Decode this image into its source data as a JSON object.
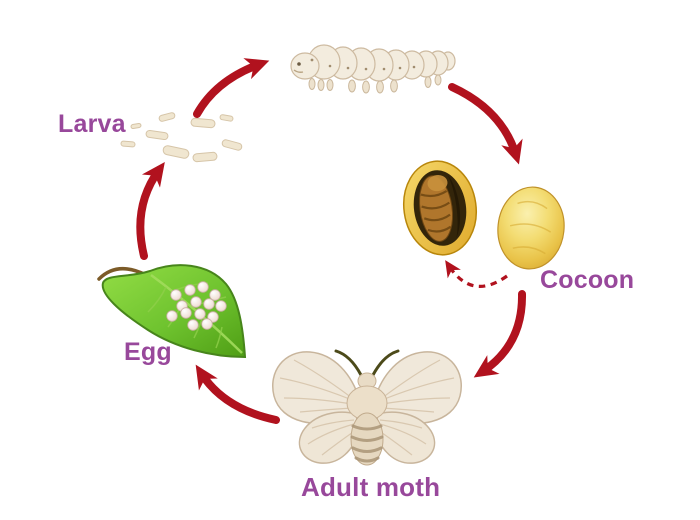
{
  "diagram": {
    "kind": "life-cycle",
    "labels": {
      "larva": "Larva",
      "cocoon": "Cocoon",
      "egg": "Egg",
      "adult_moth": "Adult moth"
    },
    "stages": [
      {
        "name": "egg",
        "label": "Egg",
        "icon": "leaf-with-egg-cluster-illustration"
      },
      {
        "name": "larva",
        "label": "Larva",
        "icon": "young-larvae-illustration"
      },
      {
        "name": "mature-larva",
        "icon": "silkworm-caterpillar-illustration"
      },
      {
        "name": "cocoon",
        "label": "Cocoon",
        "icon": "golden-cocoon-illustration"
      },
      {
        "name": "pupa",
        "icon": "open-cocoon-with-pupa-illustration"
      },
      {
        "name": "adult-moth",
        "label": "Adult moth",
        "icon": "silk-moth-illustration"
      }
    ],
    "arrows": [
      {
        "from": "egg",
        "to": "larva",
        "style": "solid"
      },
      {
        "from": "larva",
        "to": "mature-larva",
        "style": "solid"
      },
      {
        "from": "mature-larva",
        "to": "cocoon",
        "style": "solid"
      },
      {
        "from": "cocoon",
        "to": "adult-moth",
        "style": "solid"
      },
      {
        "from": "adult-moth",
        "to": "egg",
        "style": "solid"
      },
      {
        "from": "cocoon",
        "to": "pupa",
        "style": "dashed"
      }
    ],
    "colors": {
      "arrow": "#B1121E",
      "label_text": "#98489B",
      "leaf_green": "#6FC32F",
      "cocoon_gold": "#EDC84E",
      "background": "#FFFFFF"
    }
  }
}
